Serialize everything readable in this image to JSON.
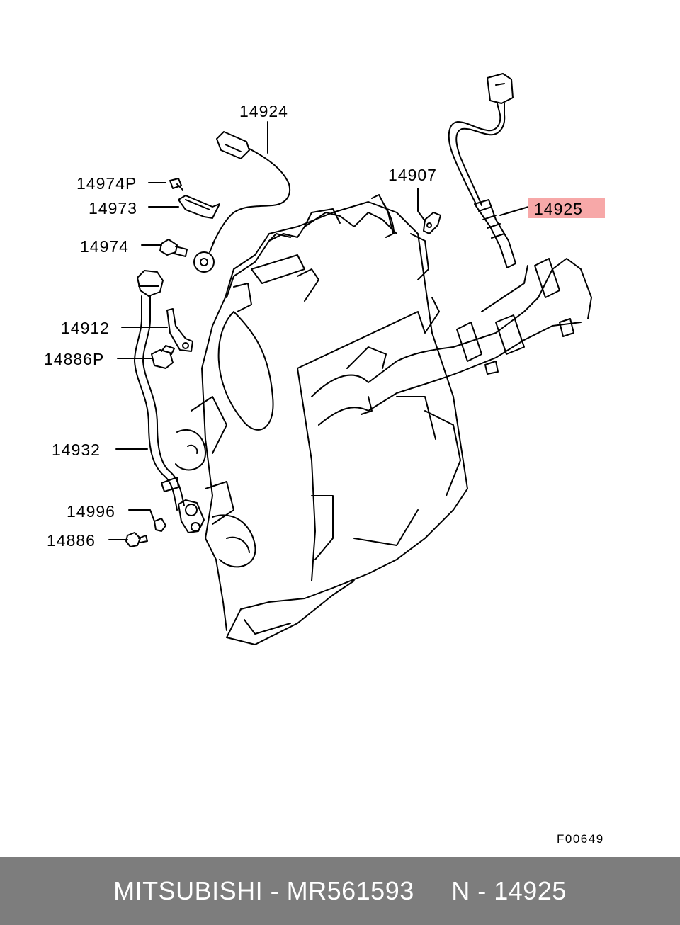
{
  "callouts": [
    {
      "id": "14924",
      "label": "14924"
    },
    {
      "id": "14907",
      "label": "14907"
    },
    {
      "id": "14974P",
      "label": "14974P"
    },
    {
      "id": "14973",
      "label": "14973"
    },
    {
      "id": "14925",
      "label": "14925",
      "highlighted": true
    },
    {
      "id": "14974",
      "label": "14974"
    },
    {
      "id": "14912",
      "label": "14912"
    },
    {
      "id": "14886P",
      "label": "14886P"
    },
    {
      "id": "14932",
      "label": "14932"
    },
    {
      "id": "14996",
      "label": "14996"
    },
    {
      "id": "14886",
      "label": "14886"
    }
  ],
  "figure_code": "F00649",
  "footer": {
    "brand": "MITSUBISHI",
    "part_number": "MR561593",
    "ref": "N - 14925",
    "text": "MITSUBISHI - MR561593     N - 14925"
  },
  "colors": {
    "highlight": "#f7a8a8",
    "footer_bg": "#7d7d7d",
    "footer_text": "#ffffff",
    "line": "#000000"
  }
}
